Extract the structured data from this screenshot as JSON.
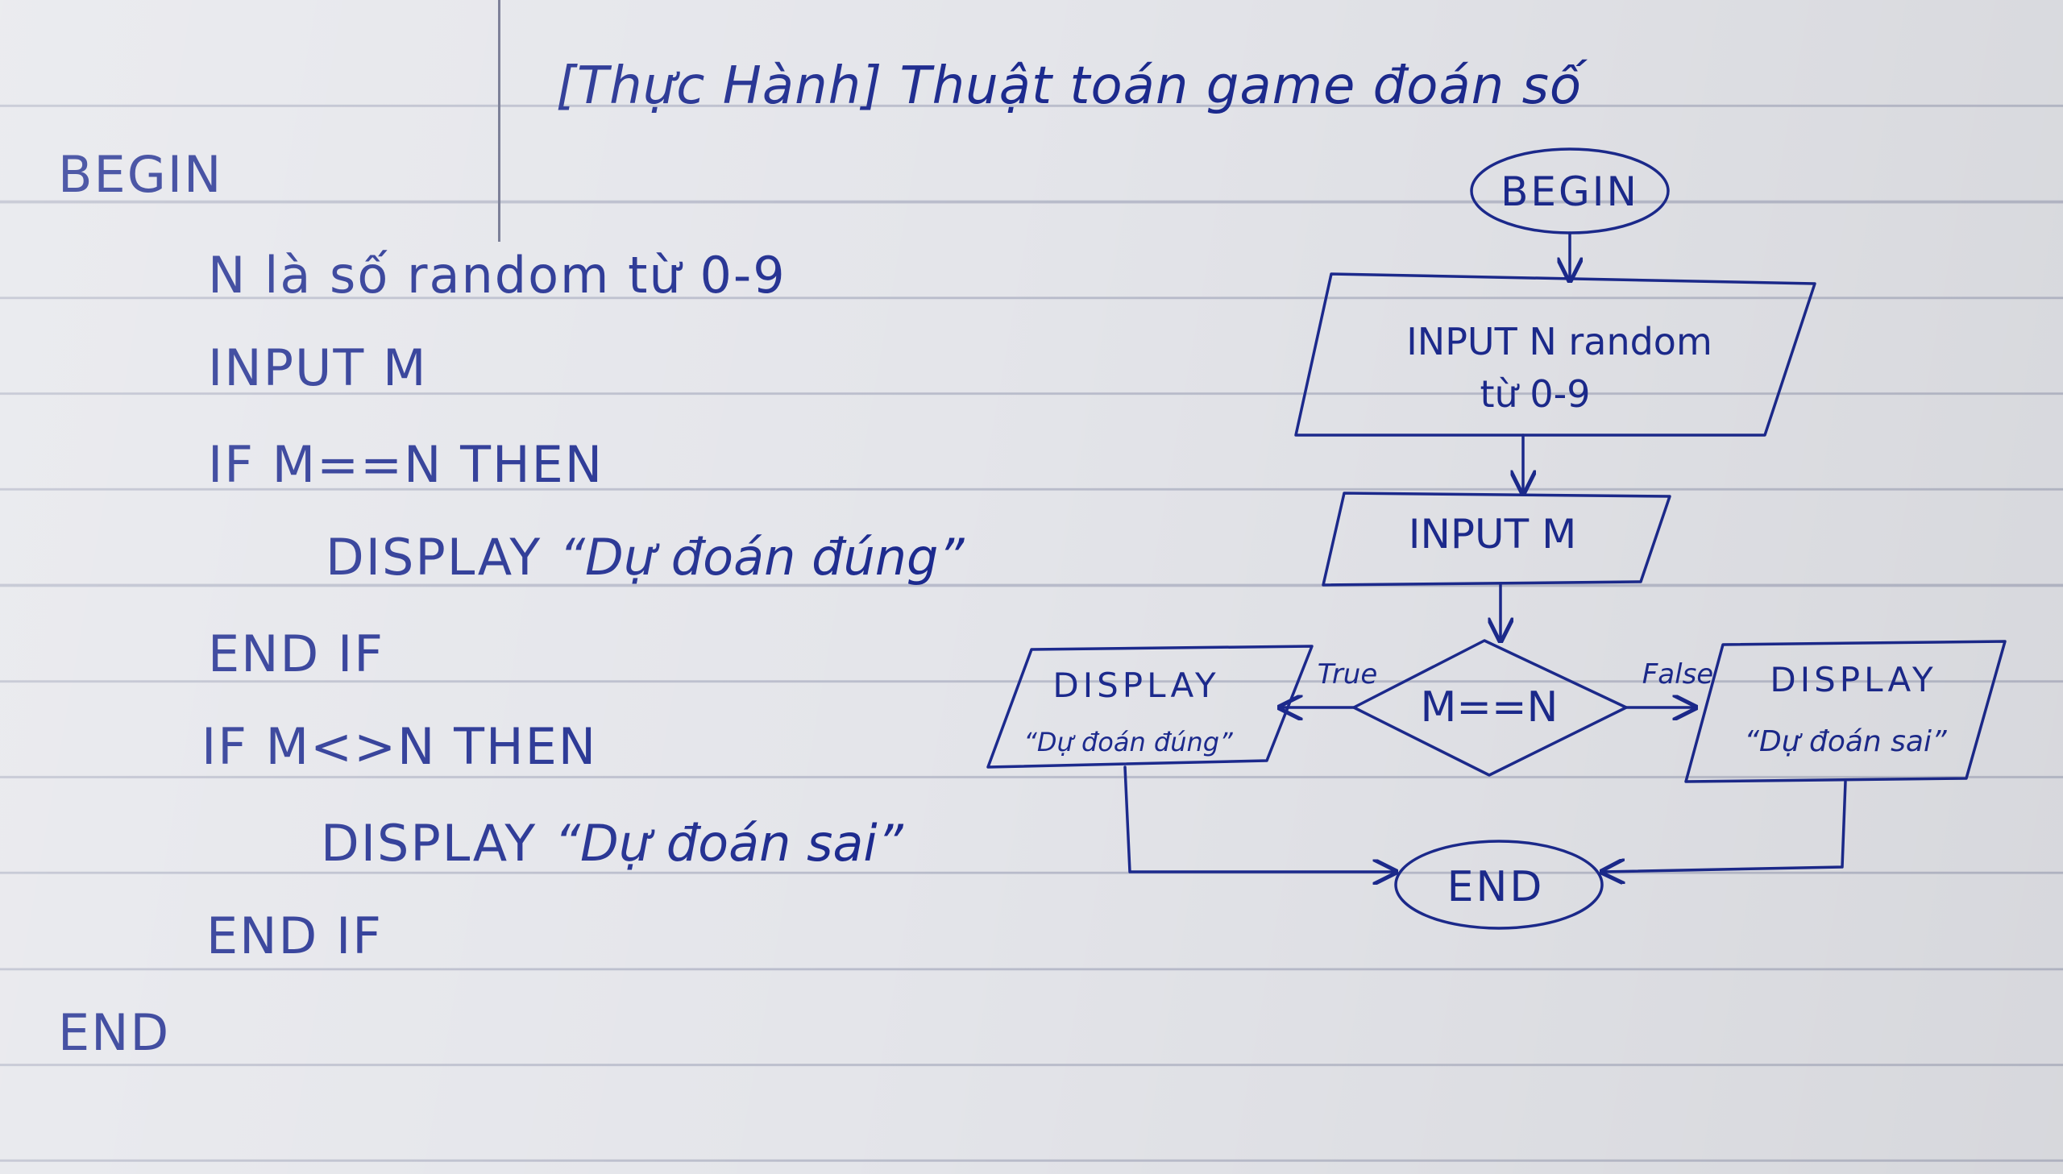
{
  "title": "[Thực Hành] Thuật toán game đoán số",
  "pseudocode": {
    "begin": "BEGIN",
    "line1": "N là số random từ 0-9",
    "line2": "INPUT M",
    "line3": "IF  M==N THEN",
    "line4_cmd": "DISPLAY",
    "line4_text": "“Dự đoán đúng”",
    "line5": "END IF",
    "line6": "IF  M<>N THEN",
    "line7_cmd": "DISPLAY",
    "line7_text": "“Dự đoán sai”",
    "line8": "END IF",
    "end": "END"
  },
  "flowchart": {
    "begin": "BEGIN",
    "input_n_line1": "INPUT N random",
    "input_n_line2": "từ 0-9",
    "input_m": "INPUT M",
    "decision": "M==N",
    "true_label": "True",
    "false_label": "False",
    "display_true_cmd": "DISPLAY",
    "display_true_text": "“Dự đoán đúng”",
    "display_false_cmd": "DISPLAY",
    "display_false_text": "“Dự đoán sai”",
    "end": "END"
  },
  "colors": {
    "ink": "#1c2a8e",
    "paper": "#e4e5ea",
    "rule_line": "#b9bccb"
  }
}
